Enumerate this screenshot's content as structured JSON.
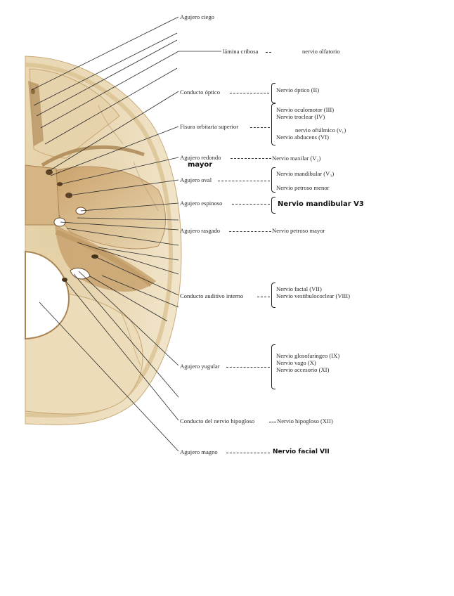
{
  "diagram": {
    "skull_labels": {
      "agujero_ciego": "Agujero ciego",
      "lamina_cribosa": "lámina cribosa",
      "conducto_optico": "Conducto óptico",
      "fisura_orbitaria": "Fisura orbitaria superior",
      "agujero_redondo": "Agujero redondo",
      "agujero_oval": "Agujero oval",
      "agujero_espinoso": "Agujero espinoso",
      "agujero_rasgado": "Agujero rasgado",
      "conducto_auditivo": "Conducto auditivo interno",
      "agujero_yugular": "Agujero yugular",
      "conducto_hipogloso": "Conducto del nervio hipogloso",
      "agujero_magno": "Agujero magno"
    },
    "nerves": {
      "olfatorio": "nervio olfatorio",
      "optico": "Nervio óptico (II)",
      "oculomotor": "Nervio oculomotor (III)",
      "troclear": "Nervio troclear (IV)",
      "oftalmico": "nervio oftálmico (v₁)",
      "abducens": "Nervio abducens (VI)",
      "maxilar": "Nervio maxilar (V₂)",
      "mandibular": "Nervio mandibular (V₃)",
      "petroso_menor": "Nervio petroso menor",
      "petroso_mayor": "Nervio petroso mayor",
      "facial": "Nervio facial (VII)",
      "vestibulococlear": "Nervio vestibulococlear (VIII)",
      "glosofaringeo": "Nervio glosofaríngeo (IX)",
      "vago": "Nervio vago (X)",
      "accesorio": "Nervio accesorio (XI)",
      "hipogloso": "Nervio hipogloso (XII)"
    },
    "handwritten": {
      "mayor": "mayor",
      "mandibular_v3": "Nervio mandibular V3",
      "facial_vii": "Nervio facial VII"
    },
    "colors": {
      "bone_light": "#efe1c2",
      "bone_mid": "#d9bf8f",
      "bone_dark": "#b08855",
      "line": "#2b2b2b"
    }
  }
}
